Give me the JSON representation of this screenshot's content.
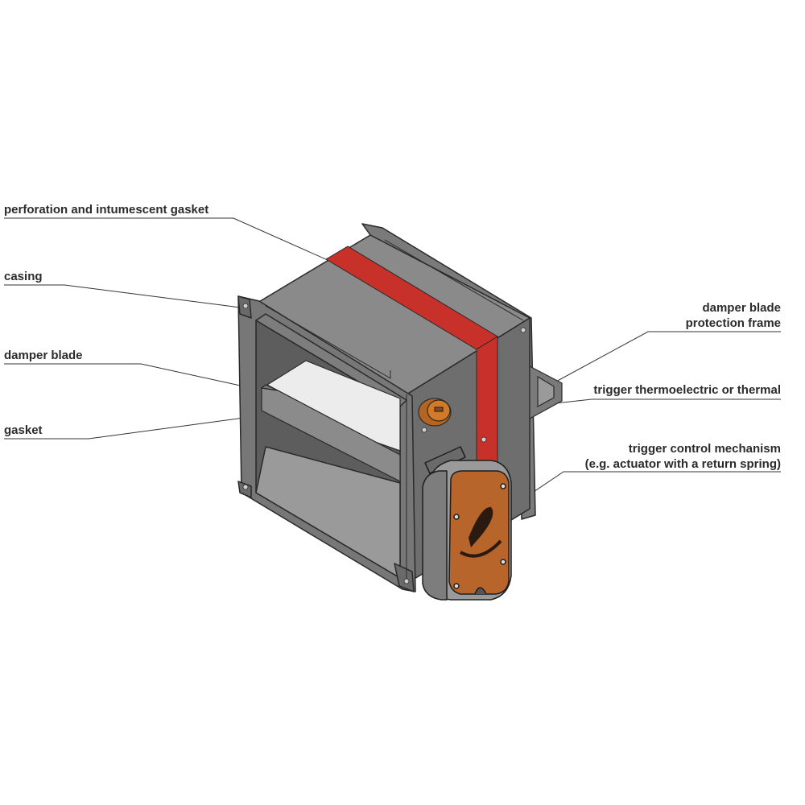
{
  "labels": {
    "perforation": "perforation and intumescent gasket",
    "casing": "casing",
    "damper_blade": "damper blade",
    "gasket": "gasket",
    "protection_frame_line1": "damper blade",
    "protection_frame_line2": "protection frame",
    "trigger_thermo": "trigger thermoelectric or thermal",
    "trigger_mech": "trigger control mechanism",
    "trigger_mech_sub": "(e.g. actuator with a return spring)"
  },
  "colors": {
    "casing_top": "#8a8a8a",
    "casing_side": "#6e6e6e",
    "casing_dark": "#555555",
    "interior": "#9a9a9a",
    "gasket_red": "#c8312a",
    "blade": "#ececec",
    "actuator_orange": "#b8652c",
    "knob_orange": "#d07a2a",
    "leader": "#333333"
  }
}
